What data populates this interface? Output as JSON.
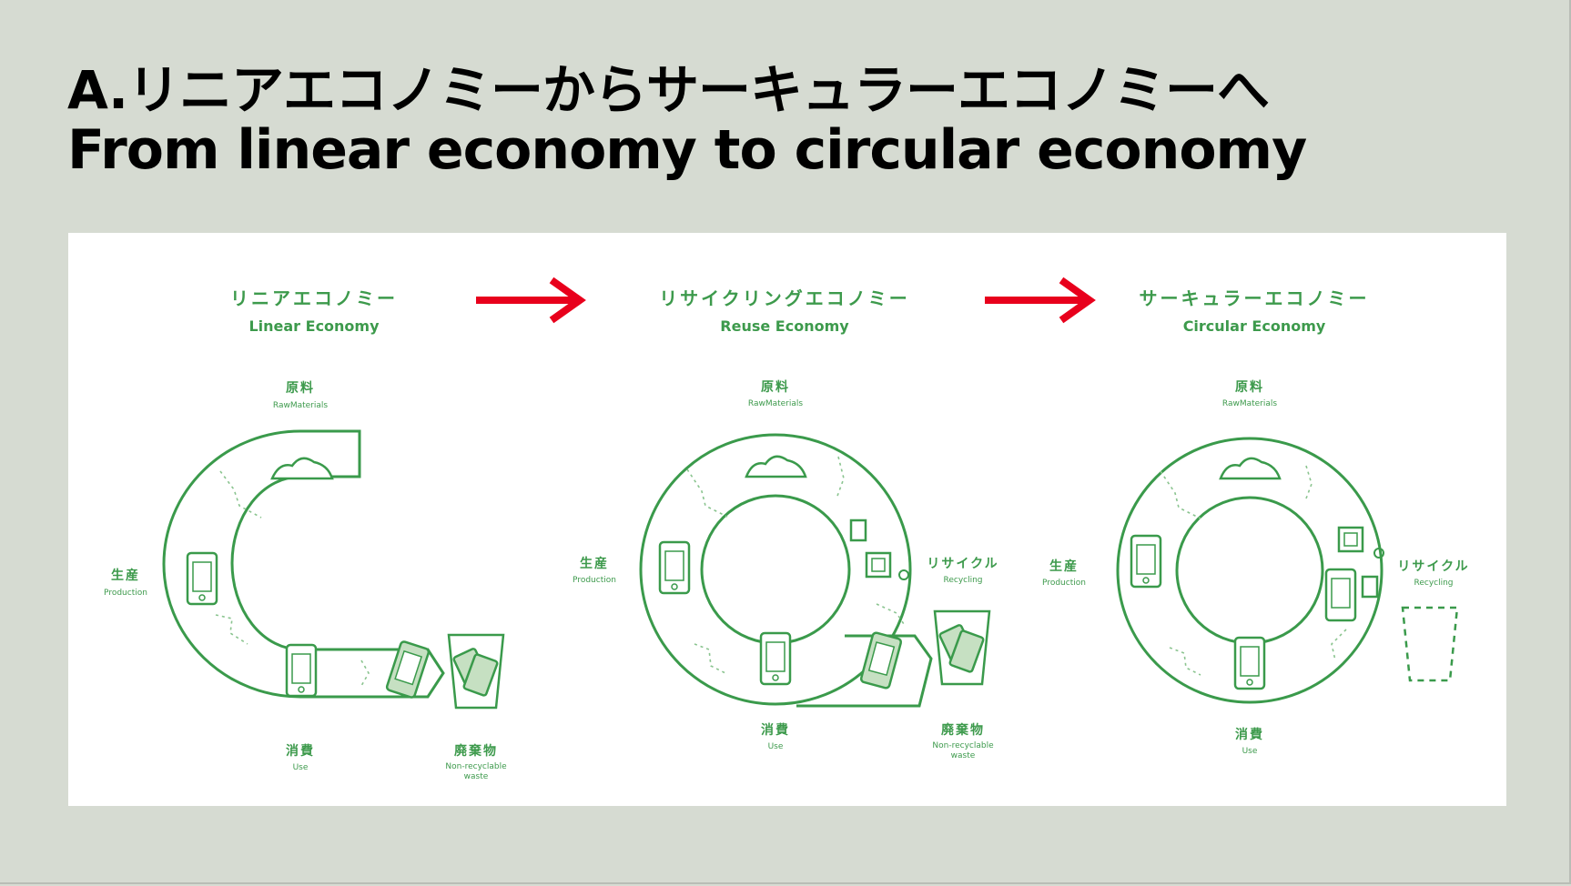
{
  "title": {
    "japanese": "A.リニアエコノミーからサーキュラーエコノミーへ",
    "english": "From linear economy to circular economy"
  },
  "colors": {
    "background": "#d6dbd2",
    "diagram_green": "#3a9a4b",
    "arrow_red": "#e8001c"
  },
  "diagram": {
    "stages": [
      {
        "name_jp": "リニアエコノミー",
        "name_en": "Linear Economy",
        "nodes": {
          "raw_jp": "原料",
          "raw_en": "RawMaterials",
          "production_jp": "生産",
          "production_en": "Production",
          "use_jp": "消費",
          "use_en": "Use",
          "waste_jp": "廃棄物",
          "waste_en_1": "Non-recyclable",
          "waste_en_2": "waste"
        }
      },
      {
        "name_jp": "リサイクリングエコノミー",
        "name_en": "Reuse Economy",
        "nodes": {
          "raw_jp": "原料",
          "raw_en": "RawMaterials",
          "production_jp": "生産",
          "production_en": "Production",
          "recycle_jp": "リサイクル",
          "recycle_en": "Recycling",
          "use_jp": "消費",
          "use_en": "Use",
          "waste_jp": "廃棄物",
          "waste_en_1": "Non-recyclable",
          "waste_en_2": "waste"
        }
      },
      {
        "name_jp": "サーキュラーエコノミー",
        "name_en": "Circular Economy",
        "nodes": {
          "raw_jp": "原料",
          "raw_en": "RawMaterials",
          "production_jp": "生産",
          "production_en": "Production",
          "recycle_jp": "リサイクル",
          "recycle_en": "Recycling",
          "use_jp": "消費",
          "use_en": "Use"
        }
      }
    ]
  }
}
